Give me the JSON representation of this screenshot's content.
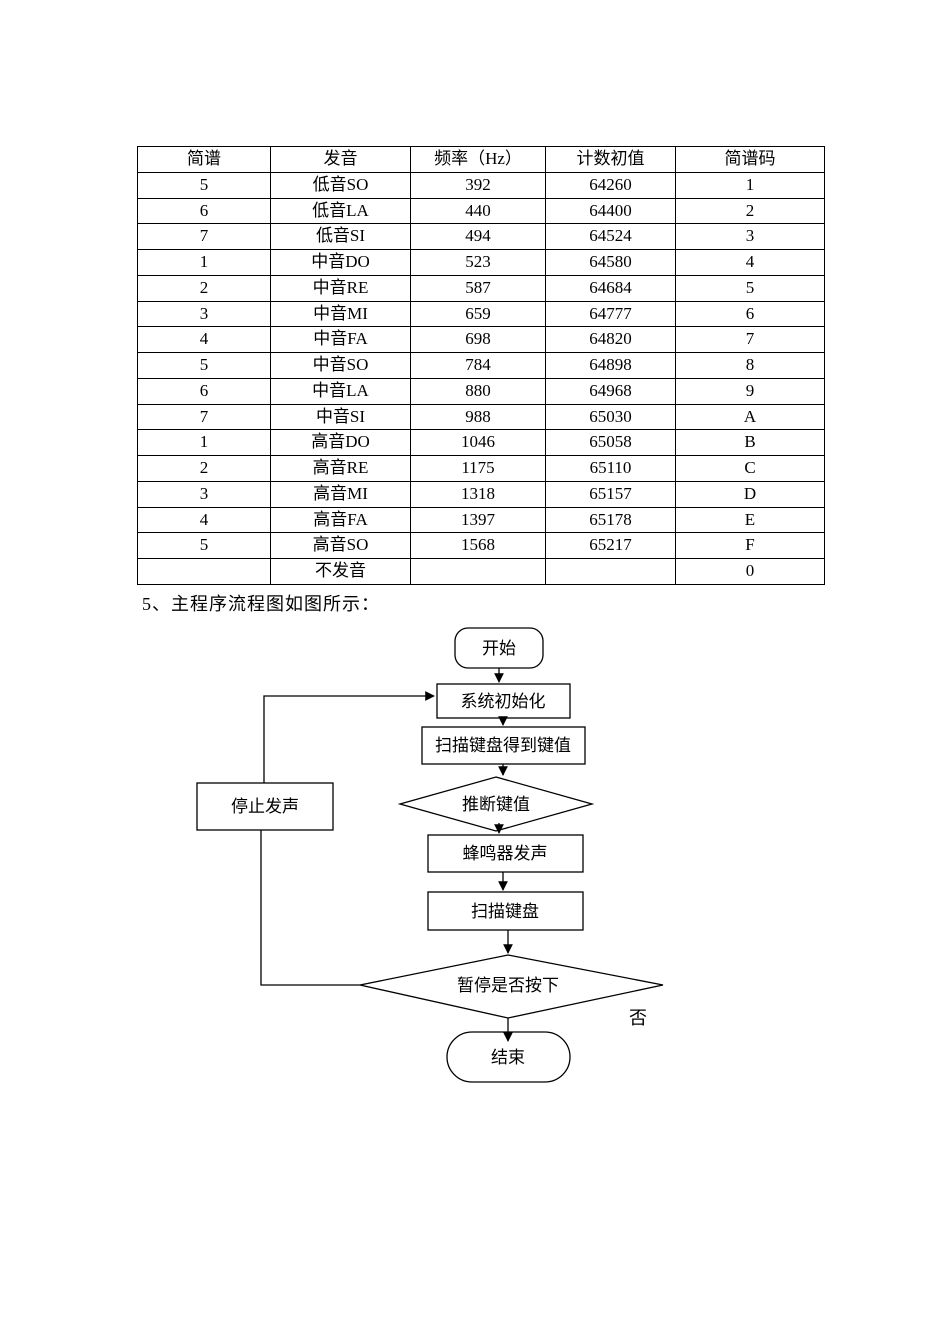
{
  "document": {
    "section_heading": "5、主程序流程图如图所示："
  },
  "table": {
    "headers": [
      "简谱",
      "发音",
      "频率（Hz）",
      "计数初值",
      "简谱码"
    ],
    "rows": [
      [
        "5",
        "低音SO",
        "392",
        "64260",
        "1"
      ],
      [
        "6",
        "低音LA",
        "440",
        "64400",
        "2"
      ],
      [
        "7",
        "低音SI",
        "494",
        "64524",
        "3"
      ],
      [
        "1",
        "中音DO",
        "523",
        "64580",
        "4"
      ],
      [
        "2",
        "中音RE",
        "587",
        "64684",
        "5"
      ],
      [
        "3",
        "中音MI",
        "659",
        "64777",
        "6"
      ],
      [
        "4",
        "中音FA",
        "698",
        "64820",
        "7"
      ],
      [
        "5",
        "中音SO",
        "784",
        "64898",
        "8"
      ],
      [
        "6",
        "中音LA",
        "880",
        "64968",
        "9"
      ],
      [
        "7",
        "中音SI",
        "988",
        "65030",
        "A"
      ],
      [
        "1",
        "高音DO",
        "1046",
        "65058",
        "B"
      ],
      [
        "2",
        "高音RE",
        "1175",
        "65110",
        "C"
      ],
      [
        "3",
        "高音MI",
        "1318",
        "65157",
        "D"
      ],
      [
        "4",
        "高音FA",
        "1397",
        "65178",
        "E"
      ],
      [
        "5",
        "高音SO",
        "1568",
        "65217",
        "F"
      ],
      [
        "",
        "不发音",
        "",
        "",
        "0"
      ]
    ]
  },
  "flowchart": {
    "nodes": {
      "start": "开始",
      "init": "系统初始化",
      "scan_get_key": "扫描键盘得到键值",
      "judge_key": "推断键值",
      "buzzer_sound": "蜂鸣器发声",
      "scan_keyboard": "扫描键盘",
      "pause_pressed": "暂停是否按下",
      "stop_sound": "停止发声",
      "end": "结束"
    },
    "branch_labels": {
      "no": "否"
    }
  },
  "colors": {
    "text": "#000000",
    "line": "#000000",
    "page_background": "#ffffff"
  }
}
